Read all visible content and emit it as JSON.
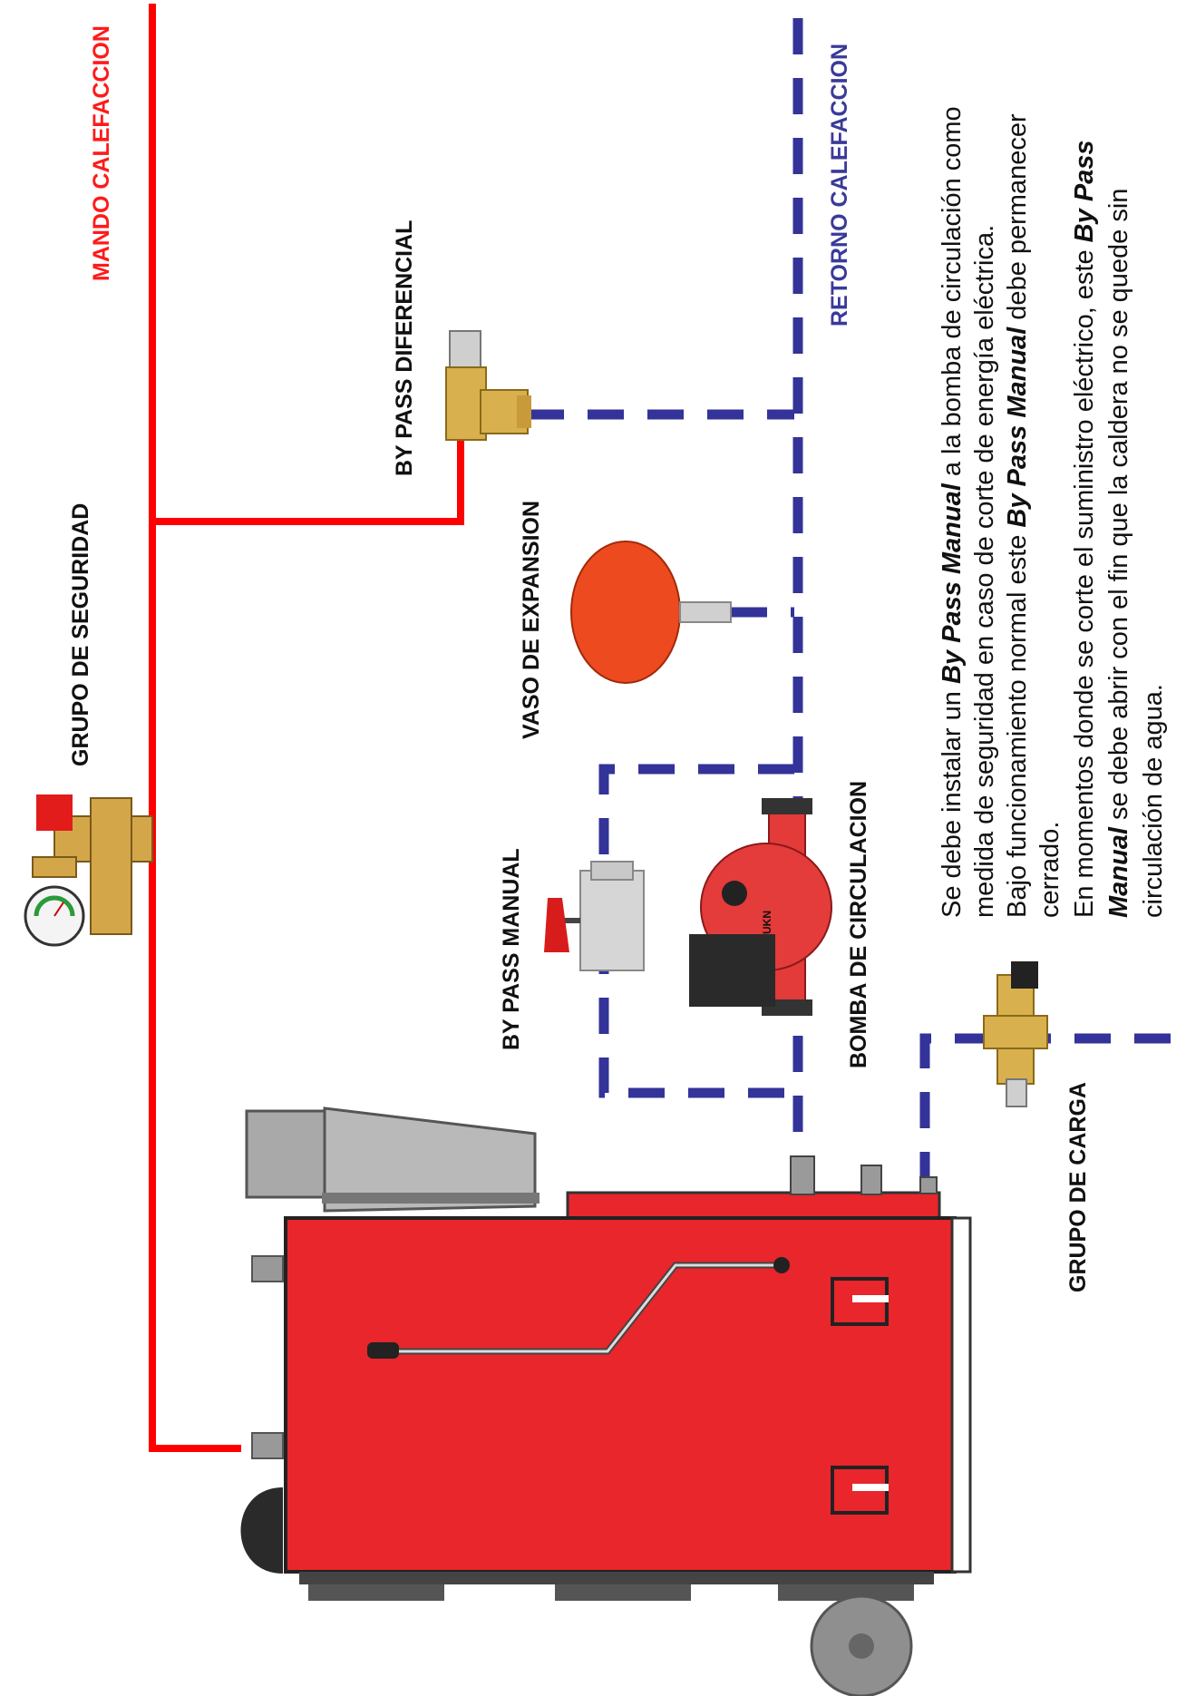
{
  "labels": {
    "mando": "MANDO CALEFACCION",
    "retorno": "RETORNO CALEFACCION",
    "grupo_seguridad": "GRUPO DE SEGURIDAD",
    "bypass_diferencial": "BY PASS DIFERENCIAL",
    "vaso_expansion": "VASO DE EXPANSION",
    "bypass_manual": "BY PASS MANUAL",
    "bomba_circulacion": "BOMBA DE CIRCULACION",
    "grupo_carga": "GRUPO DE CARGA"
  },
  "pump_brand": "UKN",
  "paragraph": {
    "line1_a": "Se debe instalar un ",
    "line1_b": "By Pass Manual",
    "line1_c": " a la bomba de circulación como",
    "line2": "medida de seguridad en caso de corte de energía eléctrica.",
    "line3_a": "Bajo funcionamiento normal este ",
    "line3_b": "By Pass Manual",
    "line3_c": " debe permanecer",
    "line4": "cerrado.",
    "line5_a": "En momentos donde se corte el suministro eléctrico, este ",
    "line5_b": "By Pass",
    "line6_a": "Manual",
    "line6_b": " se debe abrir con el fin que la caldera no se quede sin",
    "line7": "circulación de agua."
  },
  "colors": {
    "supply_pipe": "#ff0000",
    "return_pipe": "#333399",
    "boiler": "#e8262b",
    "brass": "#d4a64a"
  }
}
